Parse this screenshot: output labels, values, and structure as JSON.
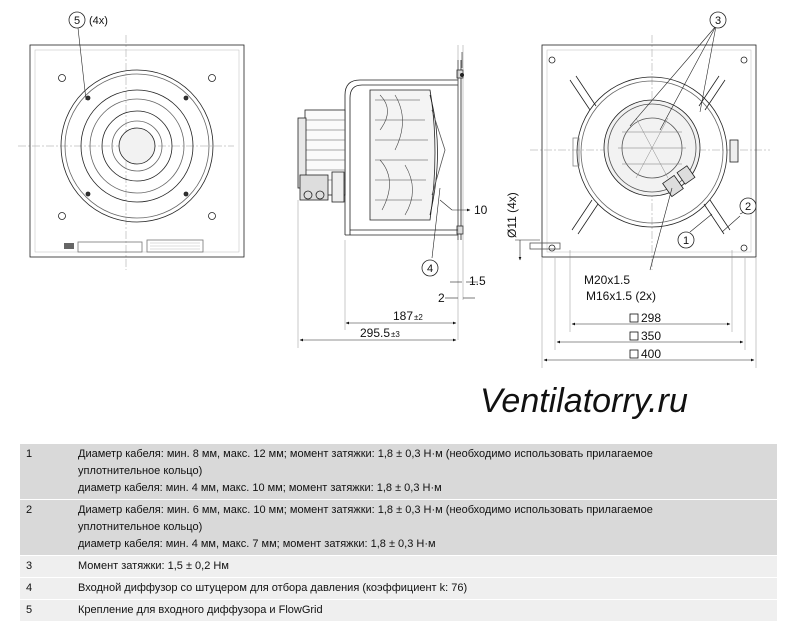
{
  "callouts": {
    "c5": "5",
    "c5_qty": "(4x)",
    "c3": "3",
    "c4": "4",
    "c1": "1",
    "c2": "2"
  },
  "dimensions": {
    "d10": "10",
    "d11": "Ø11 (4x)",
    "d1_5": "1.5",
    "d2": "2",
    "d187": "187",
    "d187_tol": "±2",
    "d295": "295.5",
    "d295_tol": "±3",
    "thread1": "M20x1.5",
    "thread2": "M16x1.5 (2x)",
    "sq298": "298",
    "sq350": "350",
    "sq400": "400"
  },
  "watermark": "Ventilatorry.ru",
  "legend": [
    {
      "num": "1",
      "lines": [
        "Диаметр кабеля: мин. 8 мм, макс. 12 мм; момент затяжки: 1,8 ± 0,3 Н·м (необходимо использовать прилагаемое",
        "уплотнительное кольцо)",
        "диаметр кабеля: мин. 4 мм, макс. 10 мм; момент затяжки: 1,8 ± 0,3 Н·м"
      ]
    },
    {
      "num": "2",
      "lines": [
        "Диаметр кабеля: мин. 6 мм, макс. 10 мм; момент затяжки: 1,8 ± 0,3 Н·м (необходимо использовать прилагаемое",
        "уплотнительное кольцо)",
        "диаметр кабеля: мин. 4 мм, макс. 7 мм; момент затяжки: 1,8 ± 0,3 Н·м"
      ]
    },
    {
      "num": "3",
      "lines": [
        "Момент затяжки: 1,5 ± 0,2 Нм"
      ]
    },
    {
      "num": "4",
      "lines": [
        "Входной диффузор со штуцером для отбора давления (коэффициент k: 76)"
      ]
    },
    {
      "num": "5",
      "lines": [
        "Крепление для входного диффузора и FlowGrid"
      ]
    }
  ]
}
